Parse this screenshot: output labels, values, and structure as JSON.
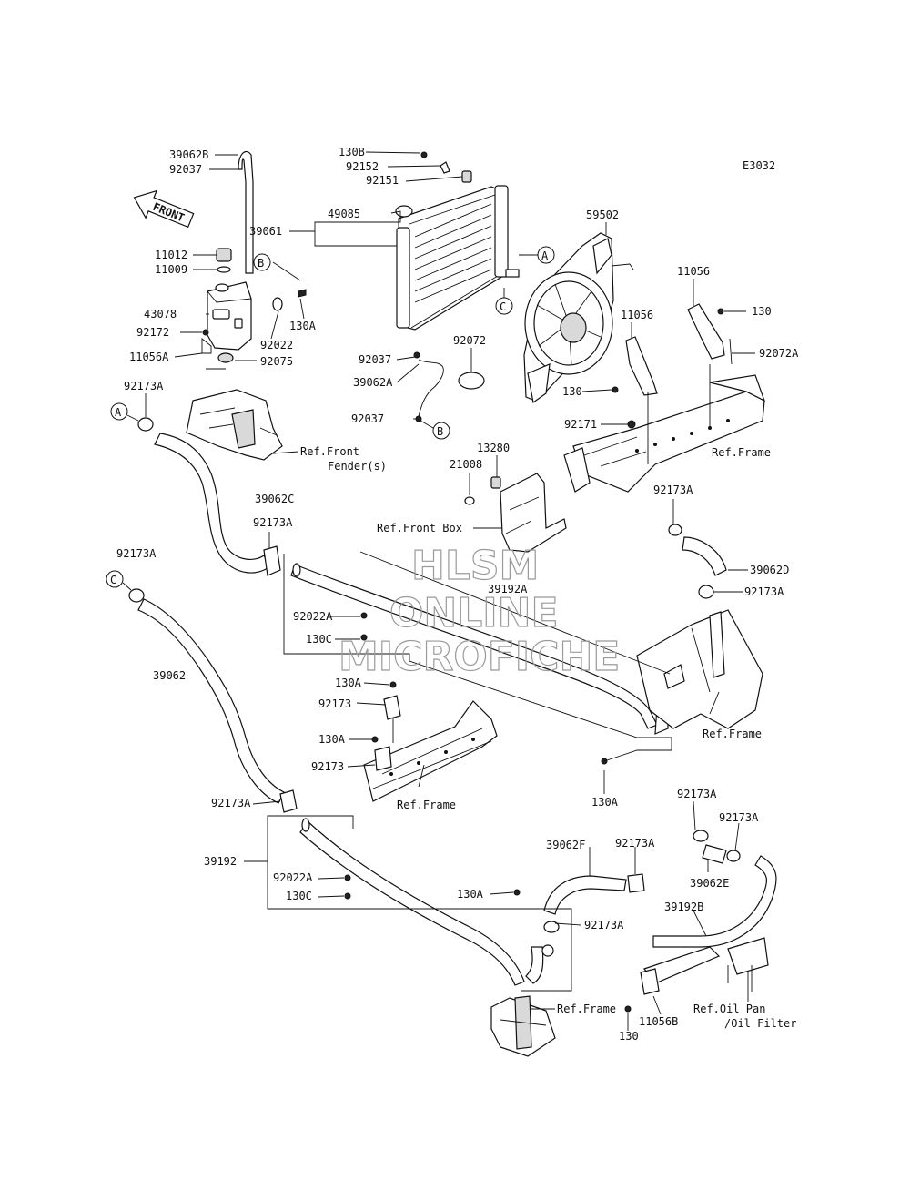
{
  "diagram_code": "E3032",
  "front_arrow_label": "FRONT",
  "callouts": {
    "A": "A",
    "B": "B",
    "C": "C"
  },
  "parts": {
    "p39062B": "39062B",
    "p92037_top": "92037",
    "p11012": "11012",
    "p11009": "11009",
    "p43078": "43078",
    "p92172": "92172",
    "p11056A": "11056A",
    "p92022_tank": "92022",
    "p130A_tank": "130A",
    "p92075": "92075",
    "p92173A_a": "92173A",
    "p130B": "130B",
    "p92152": "92152",
    "p92151": "92151",
    "p49085": "49085",
    "p39061": "39061",
    "p59502": "59502",
    "p11056_a": "11056",
    "p11056_b": "11056",
    "p130_right": "130",
    "p92072A": "92072A",
    "p92037_mid": "92037",
    "p39062A": "39062A",
    "p92037_low": "92037",
    "p92072": "92072",
    "p130_fan": "130",
    "p92171": "92171",
    "p13280": "13280",
    "p21008": "21008",
    "p39062C": "39062C",
    "p92173A_b": "92173A",
    "p92173A_c": "92173A",
    "p92173A_d": "92173A",
    "p39062D": "39062D",
    "p92173A_e": "92173A",
    "p39192A": "39192A",
    "p92022A_a": "92022A",
    "p130C_a": "130C",
    "p39062": "39062",
    "p130A_a": "130A",
    "p92173_a": "92173",
    "p130A_b": "130A",
    "p92173_b": "92173",
    "p130A_c": "130A",
    "p92173A_f": "92173A",
    "p39192": "39192",
    "p92022A_b": "92022A",
    "p130C_b": "130C",
    "p39062F": "39062F",
    "p92173A_g": "92173A",
    "p130A_d": "130A",
    "p92173A_h": "92173A",
    "p92173A_i": "92173A",
    "p92173A_j": "92173A",
    "p39062E": "39062E",
    "p39192B": "39192B",
    "p130_bottom": "130",
    "p11056B": "11056B"
  },
  "refs": {
    "front_fender_1": "Ref.Front",
    "front_fender_2": "Fender(s)",
    "frame_1": "Ref.Frame",
    "front_box": "Ref.Front Box",
    "frame_2": "Ref.Frame",
    "frame_3": "Ref.Frame",
    "frame_4": "Ref.Frame",
    "oil_pan_1": "Ref.Oil Pan",
    "oil_pan_2": "/Oil Filter"
  },
  "watermark": {
    "line1": "HLSM",
    "line2": "ONLINE",
    "line3": "MICROFICHE"
  }
}
